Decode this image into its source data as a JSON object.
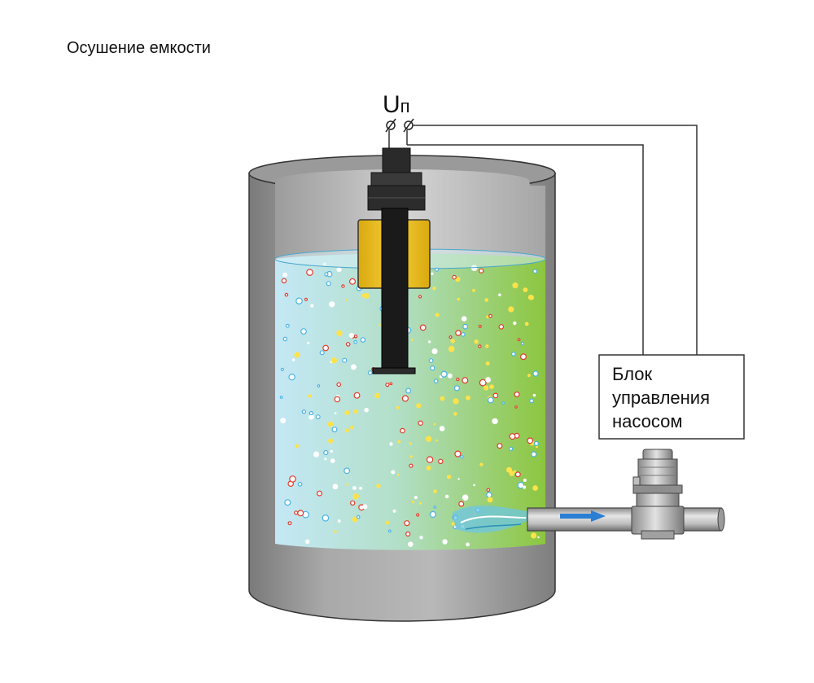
{
  "title": "Осушение емкости",
  "supply": {
    "main": "U",
    "sub": "п"
  },
  "control_unit": {
    "lines": [
      "Блок",
      "управления",
      "насосом"
    ]
  },
  "colors": {
    "tank_wall": "#8d8d8d",
    "liquid_left": "#bfe6f5",
    "liquid_right": "#8cc63f",
    "float": "#f0c419",
    "probe": "#1a1a1a",
    "flow_arrow": "#2a7fd4"
  }
}
